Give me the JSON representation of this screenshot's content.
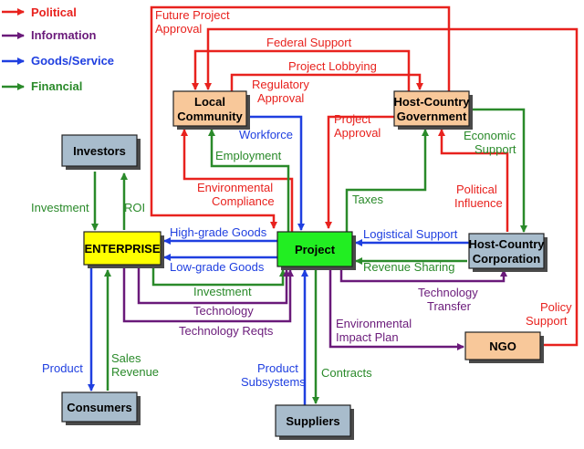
{
  "colors": {
    "political": "#e8221e",
    "information": "#6a1a7a",
    "goods": "#1f3fe0",
    "financial": "#2a8a2a",
    "box_gray": "#a8bccc",
    "box_orange": "#f8c89a",
    "box_yellow": "#ffff00",
    "box_green": "#22ee22"
  },
  "legend": [
    {
      "key": "political",
      "label": "Political"
    },
    {
      "key": "information",
      "label": "Information"
    },
    {
      "key": "goods",
      "label": "Goods/Service"
    },
    {
      "key": "financial",
      "label": "Financial"
    }
  ],
  "nodes": {
    "investors": [
      "Investors"
    ],
    "local_community": [
      "Local",
      "Community"
    ],
    "host_gov": [
      "Host-Country",
      "Government"
    ],
    "enterprise": [
      "ENTERPRISE"
    ],
    "project": [
      "Project"
    ],
    "host_corp": [
      "Host-Country",
      "Corporation"
    ],
    "ngo": [
      "NGO"
    ],
    "consumers": [
      "Consumers"
    ],
    "suppliers": [
      "Suppliers"
    ]
  },
  "labels": {
    "future_approval": [
      "Future Project",
      "Approval"
    ],
    "federal_support": "Federal Support",
    "project_lobbying": "Project Lobbying",
    "regulatory_approval": [
      "Regulatory",
      "Approval"
    ],
    "project_approval": [
      "Project",
      "Approval"
    ],
    "workforce": "Workforce",
    "employment": "Employment",
    "economic_support": [
      "Economic",
      "Support"
    ],
    "env_compliance": [
      "Environmental",
      "Compliance"
    ],
    "investment_left": "Investment",
    "roi": "ROI",
    "taxes": "Taxes",
    "political_influence": [
      "Political",
      "Influence"
    ],
    "high_grade": "High-grade Goods",
    "low_grade": "Low-grade Goods",
    "logistical": "Logistical Support",
    "revenue_sharing": "Revenue Sharing",
    "investment_bottom": "Investment",
    "technology": "Technology",
    "tech_reqts": "Technology Reqts",
    "tech_transfer": [
      "Technology",
      "Transfer"
    ],
    "policy_support": [
      "Policy",
      "Support"
    ],
    "env_impact": [
      "Environmental",
      "Impact Plan"
    ],
    "product": "Product",
    "sales_revenue": [
      "Sales",
      "Revenue"
    ],
    "product_subsystems": [
      "Product",
      "Subsystems"
    ],
    "contracts": "Contracts"
  }
}
